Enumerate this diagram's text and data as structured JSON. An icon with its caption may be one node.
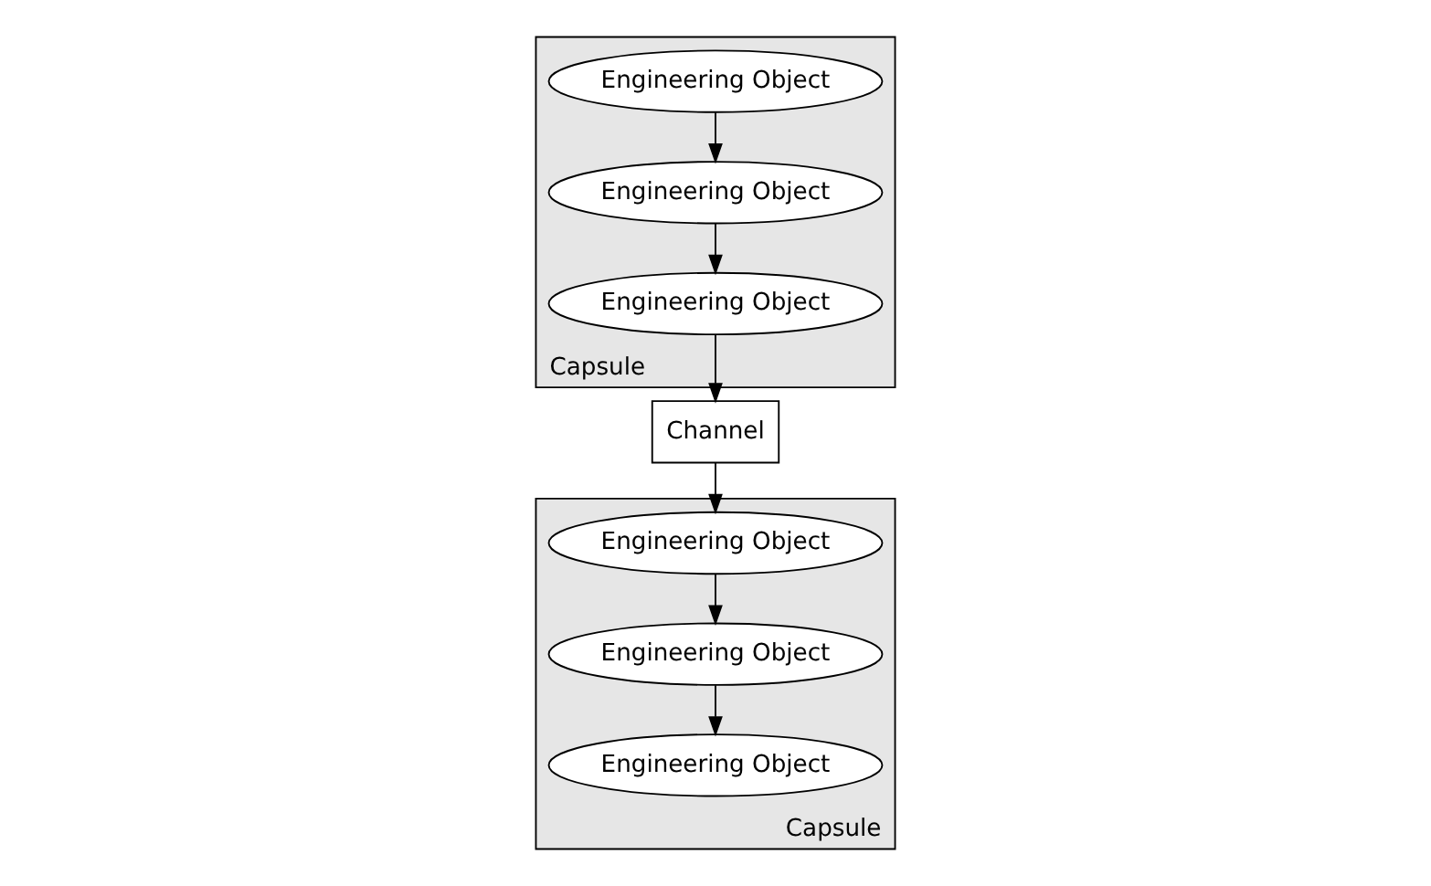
{
  "diagram": {
    "nodes": [
      {
        "text": [
          "Capsule"
        ]
      },
      {
        "text": [
          "Engineering Object"
        ],
        "in": 0
      },
      {
        "text": [
          "Engineering Object"
        ],
        "in": 0
      },
      {
        "text": [
          "Engineering Object"
        ],
        "in": 0
      },
      {
        "text": [
          "Channel"
        ]
      },
      {
        "text": [
          "Capsule"
        ]
      },
      {
        "text": [
          "Engineering Object"
        ],
        "in": 5
      },
      {
        "text": [
          "Engineering Object"
        ],
        "in": 5
      },
      {
        "text": [
          "Engineering Object"
        ],
        "in": 5
      }
    ],
    "edges": [
      {
        "from": 1,
        "to": 2,
        "arrow": "to"
      },
      {
        "from": 2,
        "to": 3,
        "arrow": "to"
      },
      {
        "from": 3,
        "to": 4,
        "arrow": "to"
      },
      {
        "from": 4,
        "to": 8,
        "arrow": "to"
      },
      {
        "from": 8,
        "to": 6,
        "arrow": "to"
      },
      {
        "from": 6,
        "to": 7,
        "arrow": "to"
      }
    ]
  }
}
